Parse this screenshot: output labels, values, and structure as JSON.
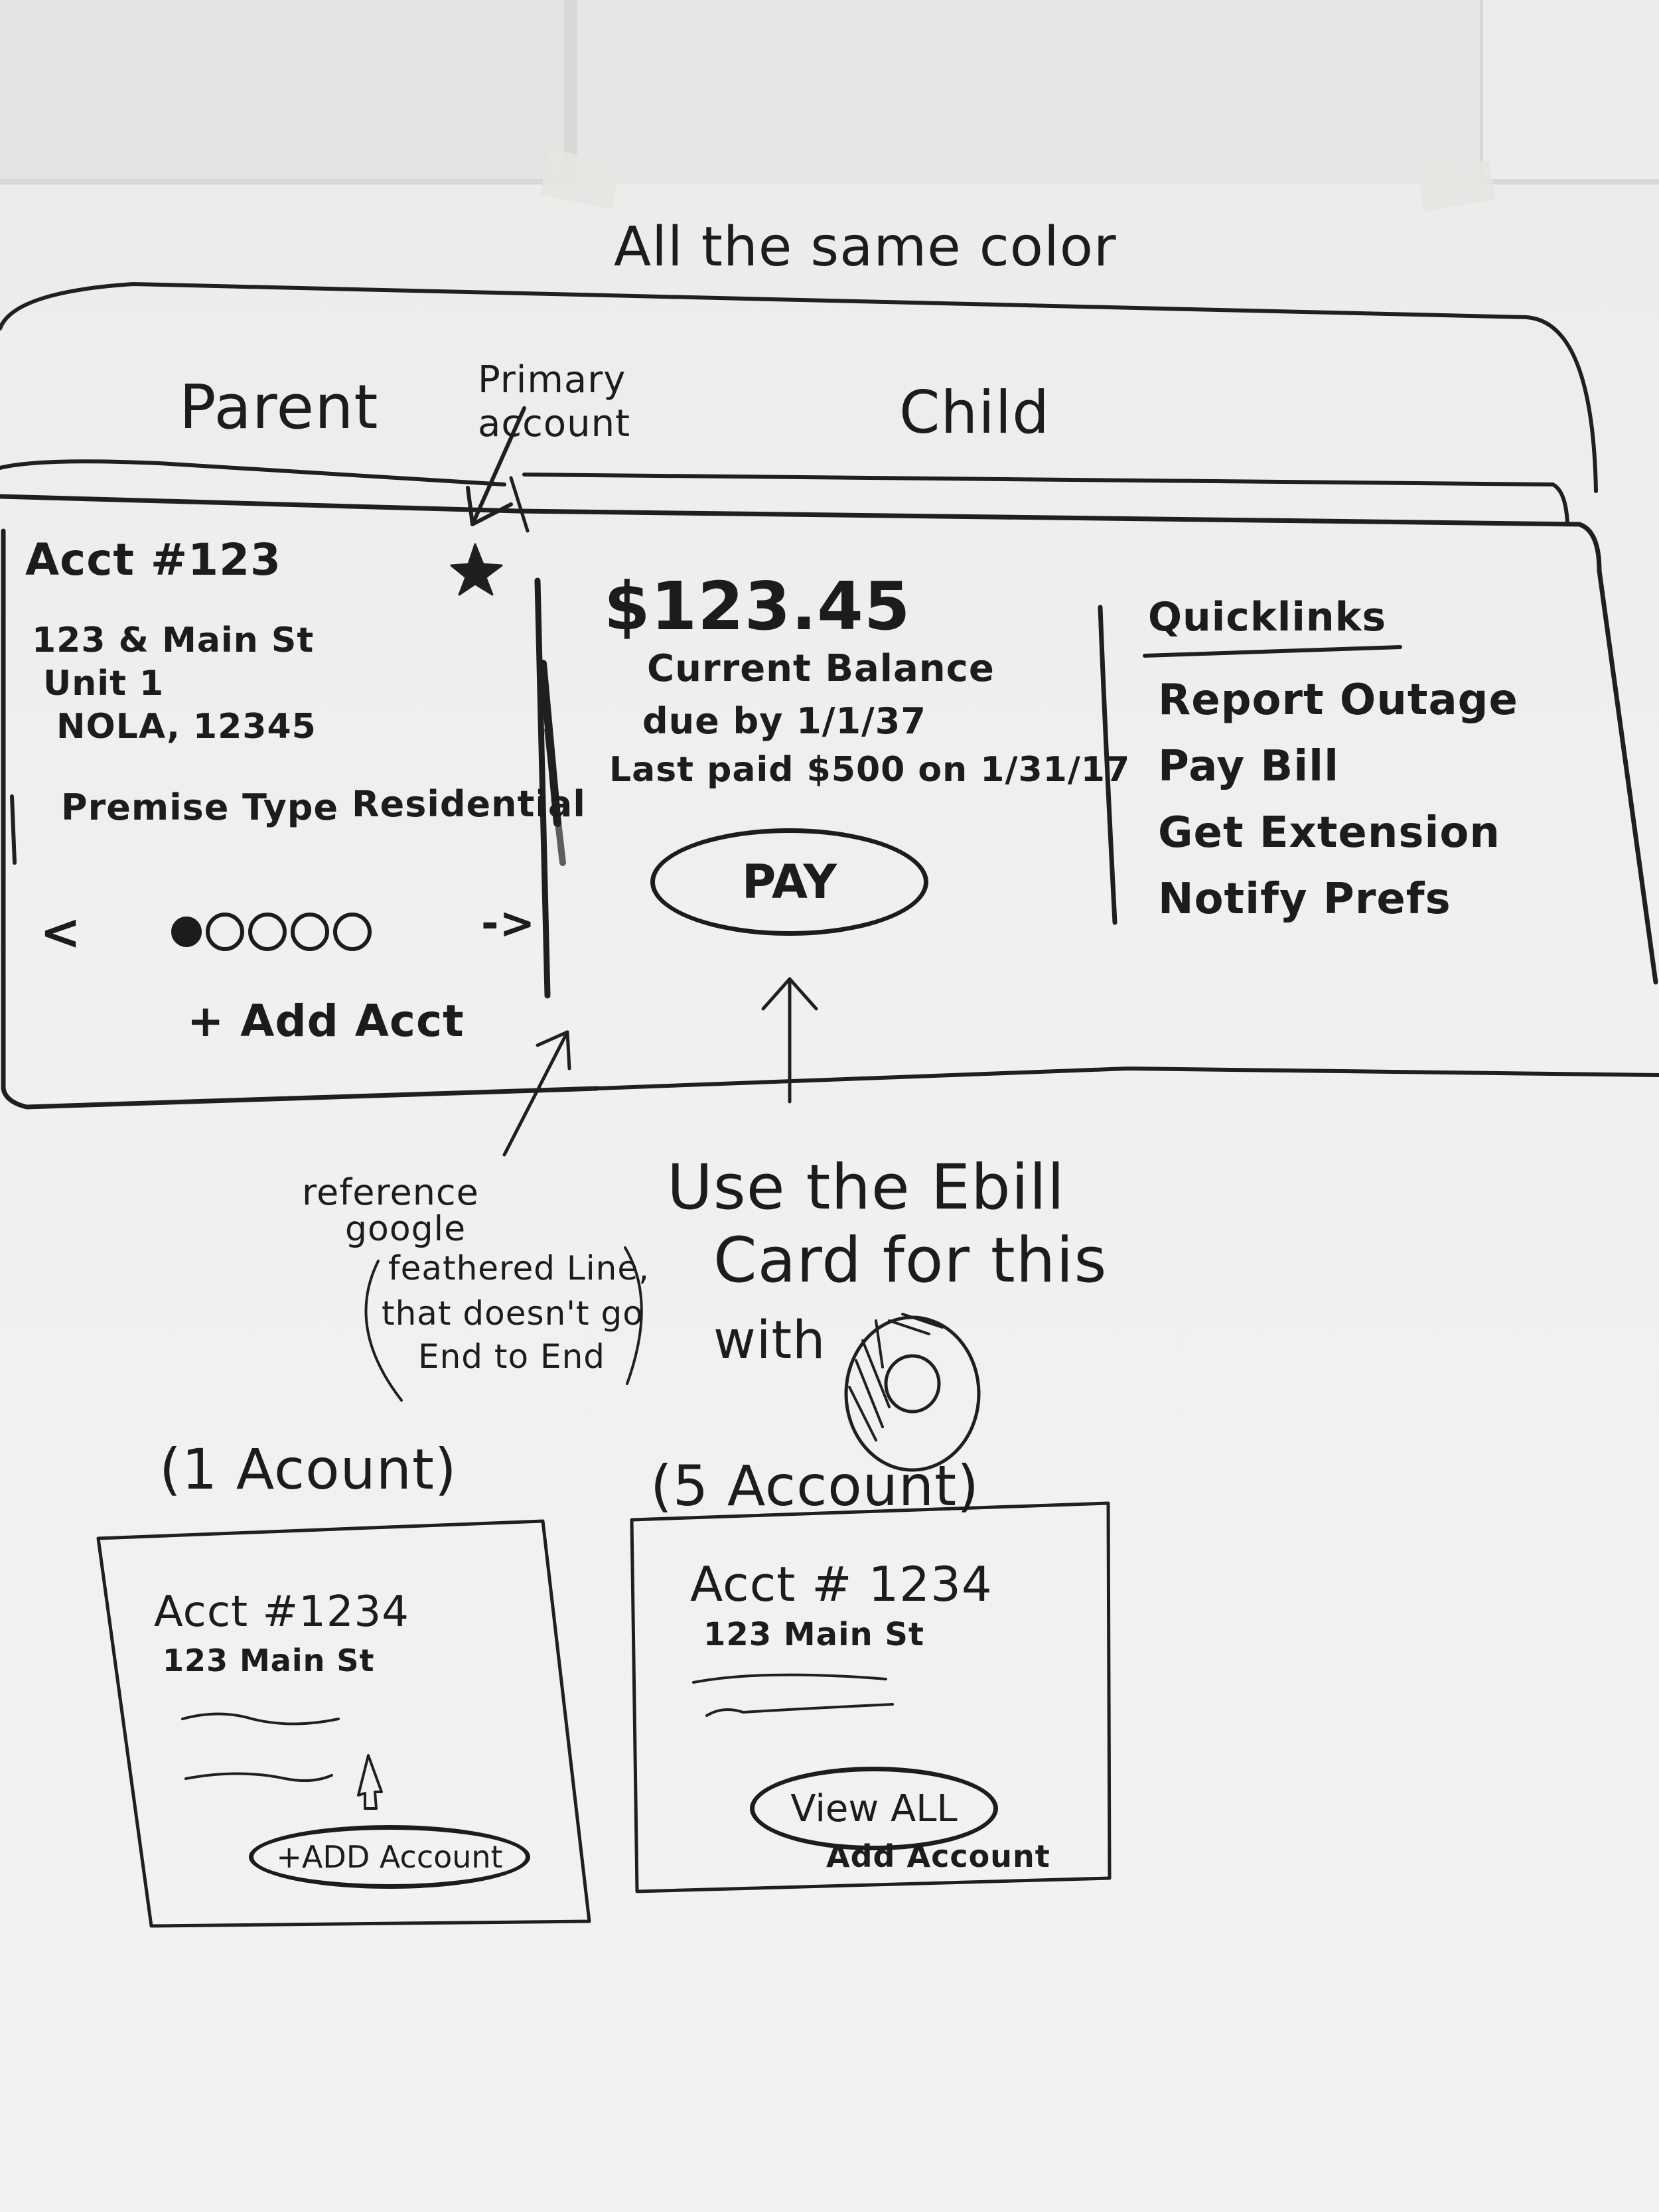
{
  "top_note": "All the same color",
  "header": {
    "parent_label": "Parent",
    "primary_label": "Primary account",
    "child_label": "Child"
  },
  "parent_panel": {
    "acct": "Acct #123",
    "address_line1": "123 & Main St",
    "address_line2": "Unit 1",
    "address_line3": "NOLA, 12345",
    "premise_label": "Premise Type",
    "premise_value": "Residential",
    "pager_prev": "<",
    "pager_next": "->",
    "pager_dots": 5,
    "pager_active": 0,
    "add_acct": "+ Add Acct"
  },
  "balance_panel": {
    "amount": "$123.45",
    "label": "Current Balance",
    "due": "due by 1/1/37",
    "last_paid": "Last paid $500 on 1/31/17",
    "pay_button": "PAY"
  },
  "quicklinks": {
    "title": "Quicklinks",
    "items": [
      "Report Outage",
      "Pay Bill",
      "Get Extension",
      "Notify Prefs"
    ]
  },
  "notes": {
    "reference_1": "reference",
    "reference_2": "google",
    "feather_1": "feathered Line,",
    "feather_2": "that doesn't go",
    "feather_3": "End to End",
    "ebill_1": "Use the Ebill",
    "ebill_2": "Card for this",
    "ebill_3": "with"
  },
  "card_one": {
    "heading": "(1 Acount)",
    "acct": "Acct #1234",
    "address": "123 Main St",
    "add_button": "+ADD Account"
  },
  "card_five": {
    "heading": "(5 Account)",
    "acct": "Acct # 1234",
    "address": "123 Main St",
    "view_all": "View ALL",
    "add_link": "Add Account"
  }
}
